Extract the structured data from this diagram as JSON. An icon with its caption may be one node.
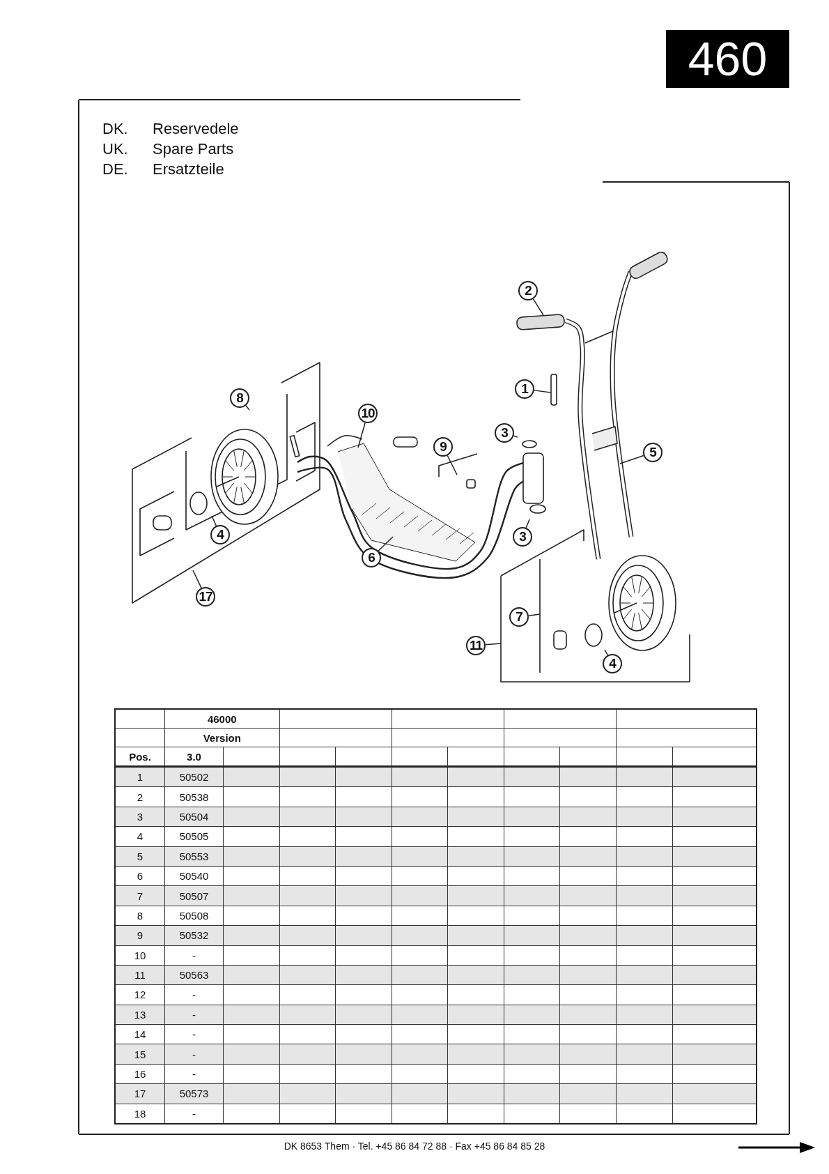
{
  "diagram": {
    "title": "460",
    "nodes": [
      {
        "text": [
          "2"
        ]
      },
      {
        "text": [
          "1"
        ]
      },
      {
        "text": [
          "8"
        ]
      },
      {
        "text": [
          "10"
        ]
      },
      {
        "text": [
          "3"
        ]
      },
      {
        "text": [
          "9"
        ]
      },
      {
        "text": [
          "5"
        ]
      },
      {
        "text": [
          "4"
        ]
      },
      {
        "text": [
          "3"
        ]
      },
      {
        "text": [
          "6"
        ]
      },
      {
        "text": [
          "17"
        ]
      },
      {
        "text": [
          "7"
        ]
      },
      {
        "text": [
          "11"
        ]
      },
      {
        "text": [
          "4"
        ]
      }
    ],
    "edges": [
      {
        "from": 0,
        "to": null,
        "arrow": "none"
      },
      {
        "from": 1,
        "to": null,
        "arrow": "none"
      },
      {
        "from": 2,
        "to": null,
        "arrow": "none"
      },
      {
        "from": 3,
        "to": null,
        "arrow": "none"
      },
      {
        "from": 4,
        "to": null,
        "arrow": "none"
      },
      {
        "from": 5,
        "to": null,
        "arrow": "none"
      },
      {
        "from": 6,
        "to": null,
        "arrow": "none"
      },
      {
        "from": 7,
        "to": null,
        "arrow": "none"
      },
      {
        "from": 8,
        "to": null,
        "arrow": "none"
      },
      {
        "from": 9,
        "to": null,
        "arrow": "none"
      },
      {
        "from": 10,
        "to": null,
        "arrow": "none"
      },
      {
        "from": 11,
        "to": null,
        "arrow": "none"
      },
      {
        "from": 12,
        "to": null,
        "arrow": "none"
      },
      {
        "from": 13,
        "to": null,
        "arrow": "none"
      }
    ],
    "labels": [
      "DK.",
      "Reservedele",
      "UK.",
      "Spare Parts",
      "DE.",
      "Ersatzteile",
      "46000",
      "Version",
      "Pos.",
      "3.0",
      "1",
      "50502",
      "2",
      "50538",
      "3",
      "50504",
      "4",
      "50505",
      "5",
      "50553",
      "6",
      "50540",
      "7",
      "50507",
      "8",
      "50508",
      "9",
      "50532",
      "10",
      "-",
      "11",
      "50563",
      "12",
      "-",
      "13",
      "-",
      "14",
      "-",
      "15",
      "-",
      "16",
      "-",
      "17",
      "50573",
      "18",
      "-",
      "DK 8653 Them · Tel. +45 86 84 72 88 · Fax +45 86 84 85 28"
    ]
  }
}
